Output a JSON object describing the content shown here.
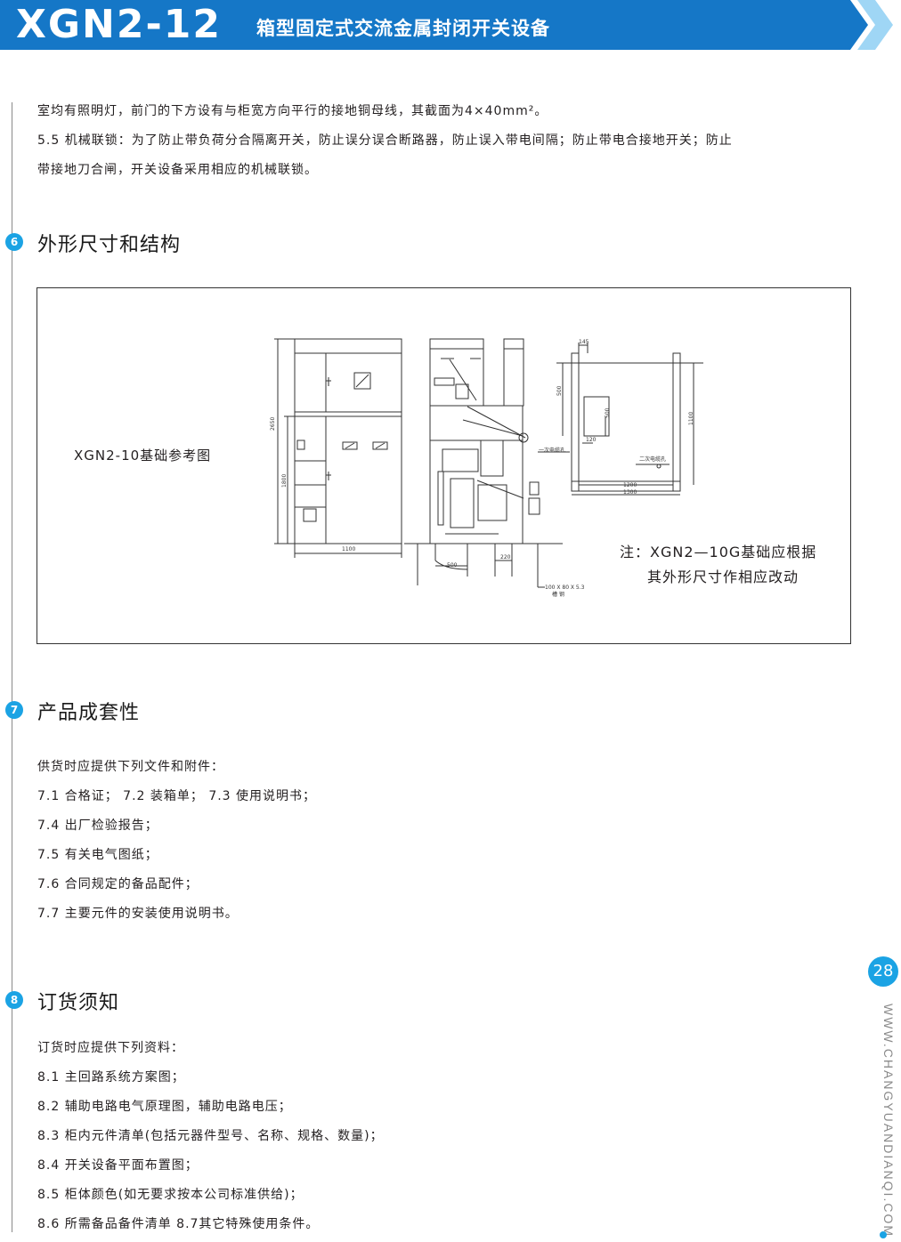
{
  "header": {
    "model": "XGN2-12",
    "title": "箱型固定式交流金属封闭开关设备",
    "bar_color": "#1577c7",
    "chevron_color": "#9fd6f5"
  },
  "intro": [
    "室均有照明灯，前门的下方设有与柜宽方向平行的接地铜母线，其截面为4×40mm²。",
    "5.5  机械联锁：为了防止带负荷分合隔离开关，防止误分误合断路器，防止误入带电间隔；防止带电合接地开关；防止",
    "带接地刀合闸，开关设备采用相应的机械联锁。"
  ],
  "section6": {
    "num": "6",
    "title": "外形尺寸和结构"
  },
  "figure": {
    "label": "XGN2-10基础参考图",
    "note_line1": "注：XGN2—10G基础应根据",
    "note_line2": "其外形尺寸作相应改动",
    "dims": {
      "d2650": "2650",
      "d1800": "1800",
      "d1100": "1100",
      "d145": "145",
      "d500a": "500",
      "d500b": "500",
      "d120": "120",
      "d1100v": "1100",
      "d1200": "1200",
      "d1300": "1300",
      "d500c": "500",
      "d220": "220",
      "cable1": "一次电缆孔",
      "cable2": "二次电缆孔",
      "channel": "100 X 80 X 5.3",
      "channel_name": "槽  钢"
    }
  },
  "section7": {
    "num": "7",
    "title": "产品成套性",
    "lines": [
      "供货时应提供下列文件和附件：",
      "7.1  合格证；  7.2  装箱单；  7.3  使用说明书；",
      "7.4  出厂检验报告；",
      "7.5  有关电气图纸；",
      "7.6  合同规定的备品配件；",
      "7.7  主要元件的安装使用说明书。"
    ]
  },
  "section8": {
    "num": "8",
    "title": "订货须知",
    "lines": [
      "订货时应提供下列资料：",
      "8.1  主回路系统方案图；",
      "8.2  辅助电路电气原理图，辅助电路电压；",
      "8.3  柜内元件清单(包括元器件型号、名称、规格、数量)；",
      "8.4  开关设备平面布置图；",
      "8.5  柜体颜色(如无要求按本公司标准供给)；",
      "8.6  所需备品备件清单  8.7其它特殊使用条件。"
    ]
  },
  "page": {
    "number": "28",
    "website": "WWW.CHANGYUANDIANQI.COM"
  }
}
